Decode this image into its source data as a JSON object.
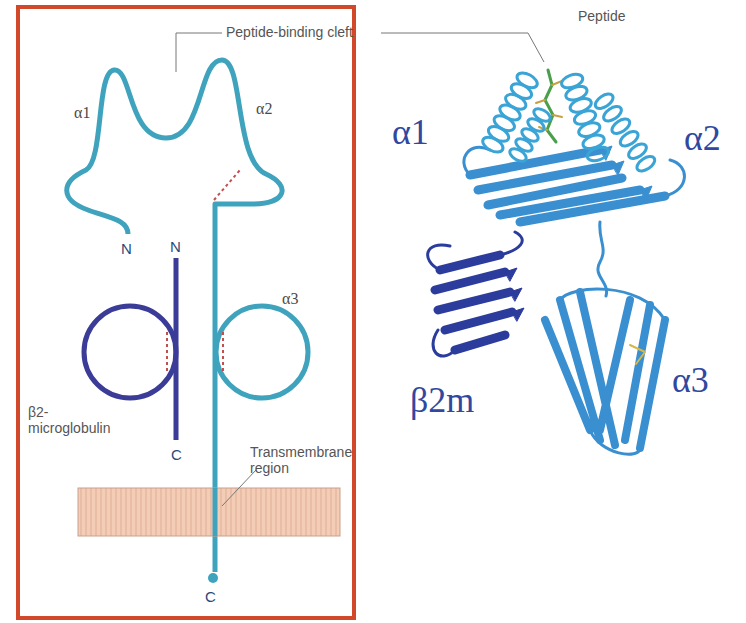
{
  "diagram": {
    "labels": [
      "Peptide-binding cleft",
      "α1",
      "α2",
      "N",
      "N",
      "α3",
      "β2-microglobulin",
      "C",
      "Transmembrane region",
      "C",
      "Peptide",
      "α1",
      "α2",
      "β2m",
      "α3"
    ]
  }
}
